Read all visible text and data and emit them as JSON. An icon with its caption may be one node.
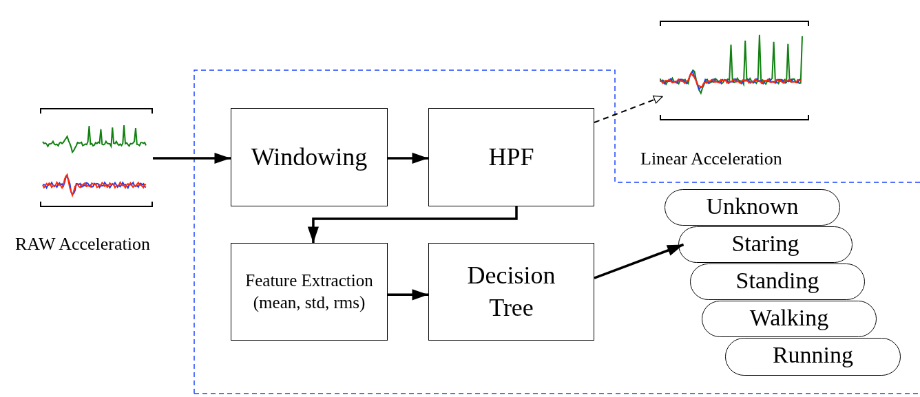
{
  "diagram": {
    "nodes": [
      {
        "text": [],
        "shape": "picture",
        "beside": [
          "RAW Acceleration"
        ]
      },
      {
        "text": [
          "Windowing"
        ]
      },
      {
        "text": [
          "HPF"
        ]
      },
      {
        "text": [],
        "shape": "picture",
        "beside": [
          "Linear Acceleration"
        ]
      },
      {
        "text": [
          "Feature Extraction (mean, std, rms)"
        ]
      },
      {
        "text": [
          "Decision Tree"
        ]
      },
      {
        "text": [
          "Unknown"
        ]
      },
      {
        "text": [
          "Staring"
        ]
      },
      {
        "text": [
          "Standing"
        ]
      },
      {
        "text": [
          "Walking"
        ]
      },
      {
        "text": [
          "Running"
        ]
      }
    ],
    "edges": [
      {
        "from": 0,
        "to": 1,
        "arrow": "to"
      },
      {
        "from": 1,
        "to": 2,
        "arrow": "to"
      },
      {
        "from": 2,
        "to": 3,
        "arrow": "to",
        "style": "dashed"
      },
      {
        "from": 2,
        "to": 4,
        "arrow": "to"
      },
      {
        "from": 4,
        "to": 5,
        "arrow": "to"
      },
      {
        "from": 5,
        "to": 7,
        "arrow": "to"
      }
    ]
  }
}
